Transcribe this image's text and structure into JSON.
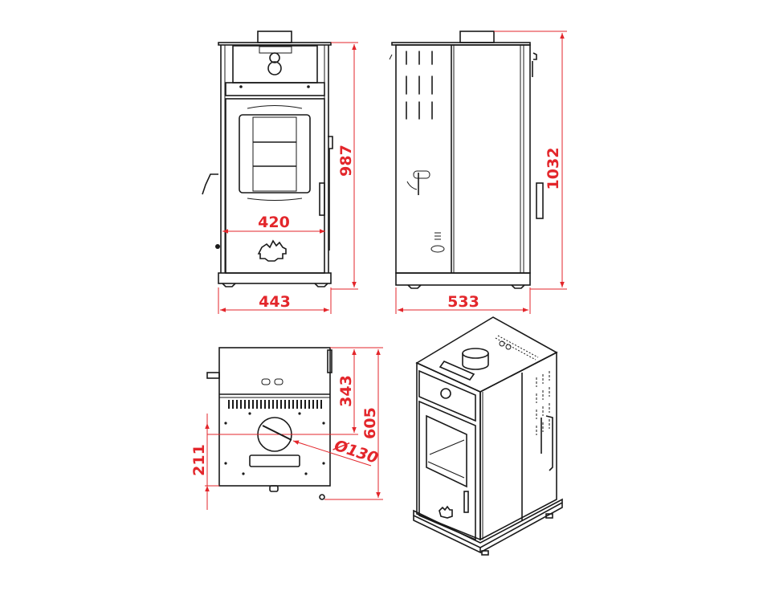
{
  "dimensions": {
    "front_height": "987",
    "front_inner_width": "420",
    "front_width": "443",
    "side_height": "1032",
    "side_depth": "533",
    "top_flue_offset": "343",
    "top_depth": "605",
    "top_rear_offset": "211",
    "flue_diameter": "Ø130"
  },
  "colors": {
    "dimension": "#e3262b",
    "outline": "#1a1a1a"
  }
}
